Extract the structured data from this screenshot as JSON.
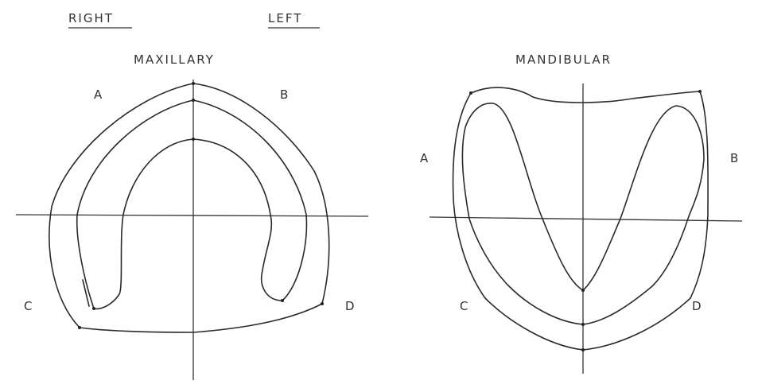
{
  "header": {
    "right_label": "RIGHT",
    "left_label": "LEFT"
  },
  "maxillary": {
    "title": "MAXILLARY",
    "quadrants": {
      "a": "A",
      "b": "B",
      "c": "C",
      "d": "D"
    }
  },
  "mandibular": {
    "title": "MANDIBULAR",
    "quadrants": {
      "a": "A",
      "b": "B",
      "c": "C",
      "d": "D"
    }
  }
}
